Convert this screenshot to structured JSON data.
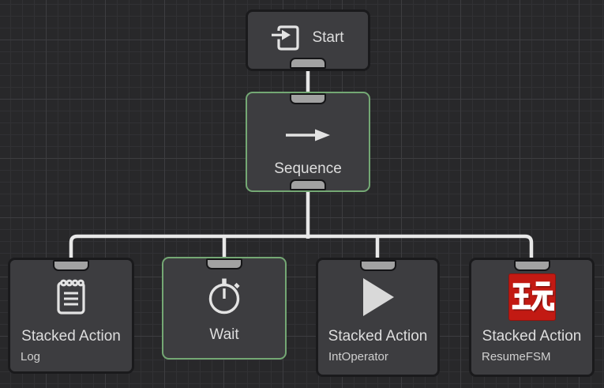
{
  "editor": {
    "kind": "behavior-tree-graph-canvas",
    "grid_visible": true
  },
  "colors": {
    "canvas_bg": "#28282a",
    "grid_minor": "#313134",
    "grid_major": "#3d3d40",
    "node_bg": "#3d3d40",
    "node_border": "#1a1a1c",
    "selected_border": "#74a874",
    "port_fill": "#a2a2a2",
    "port_border": "#151517",
    "wire": "#e8e8e8",
    "title_text": "#dedede",
    "subtitle_text": "#cfcfcf",
    "icon_color": "#e3e3e3",
    "playmaker_red": "#c21a13",
    "playmaker_shadow": "#8e1410"
  },
  "graph": {
    "root": {
      "title": "Start",
      "icon": "enter-icon",
      "selected": false
    },
    "composite": {
      "title": "Sequence",
      "icon": "arrow-right-icon",
      "selected": true
    },
    "children": [
      {
        "title": "Stacked Action",
        "subtitle": "Log",
        "icon": "notepad-icon",
        "selected": false
      },
      {
        "title": "Wait",
        "subtitle": "",
        "icon": "stopwatch-icon",
        "selected": true
      },
      {
        "title": "Stacked Action",
        "subtitle": "IntOperator",
        "icon": "play-icon",
        "selected": false
      },
      {
        "title": "Stacked Action",
        "subtitle": "ResumeFSM",
        "icon": "playmaker-icon",
        "glyph": "玩",
        "selected": false
      }
    ]
  }
}
